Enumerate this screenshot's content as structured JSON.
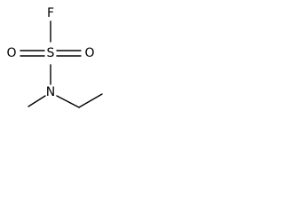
{
  "molecule": {
    "atoms": {
      "fluorine": "F",
      "sulfur": "S",
      "oxygen_left": "O",
      "oxygen_right": "O",
      "nitrogen": "N"
    }
  },
  "colors": {
    "bond": "#000000",
    "label": "#000000",
    "background": "#ffffff"
  }
}
